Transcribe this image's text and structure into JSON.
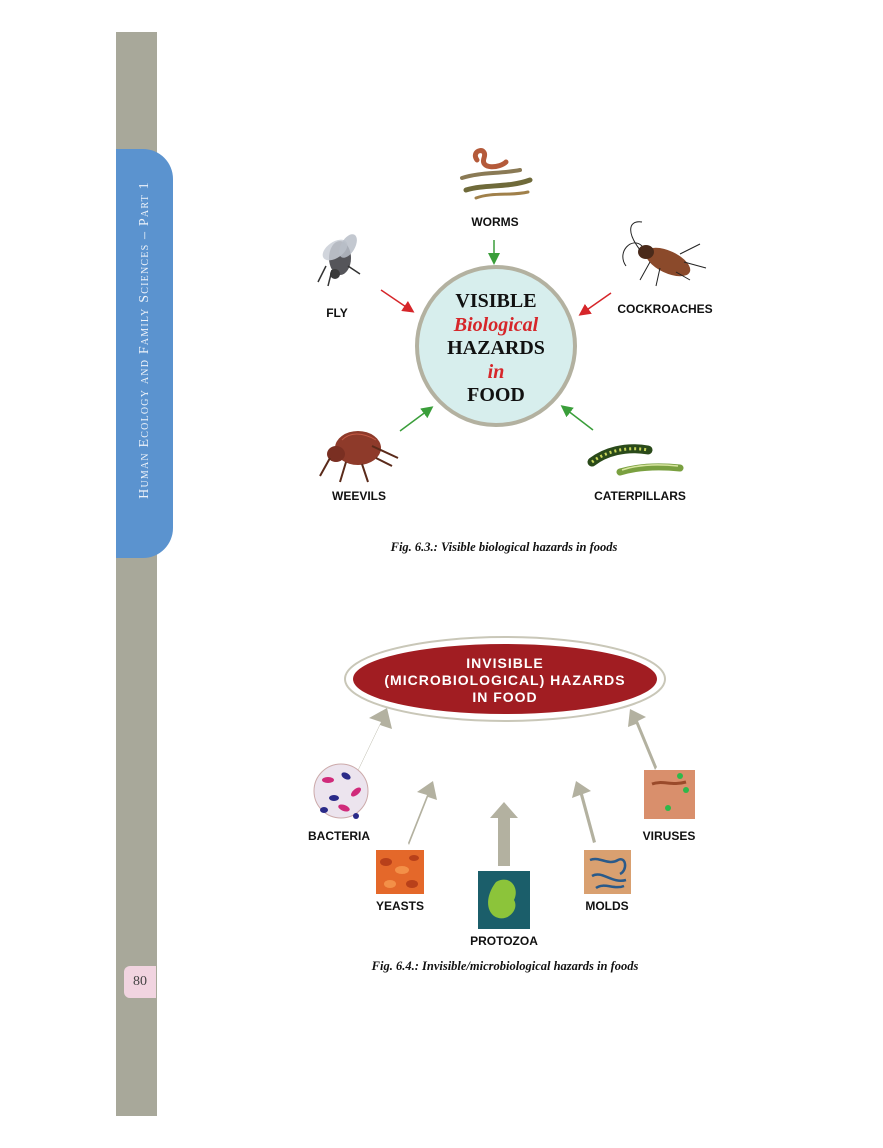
{
  "sidebar": {
    "running_title": "Human Ecology and Family Sciences – Part 1",
    "page_number": "80"
  },
  "figure_1": {
    "center": {
      "line1": "VISIBLE",
      "line2": "Biological",
      "line3": "HAZARDS",
      "line4": "in",
      "line5": "FOOD"
    },
    "labels": {
      "worms": "WORMS",
      "fly": "FLY",
      "cockroaches": "COCKROACHES",
      "weevils": "WEEVILS",
      "caterpillars": "CATERPILLARS"
    },
    "caption": "Fig. 6.3.: Visible biological hazards in foods"
  },
  "figure_2": {
    "oval": {
      "line1": "INVISIBLE",
      "line2": "(MICROBIOLOGICAL) HAZARDS",
      "line3": "IN FOOD"
    },
    "labels": {
      "bacteria": "BACTERIA",
      "yeasts": "YEASTS",
      "protozoa": "PROTOZOA",
      "molds": "MOLDS",
      "viruses": "VIRUSES"
    },
    "caption": "Fig. 6.4.: Invisible/microbiological hazards in foods"
  },
  "colors": {
    "sidebar": "#a8a89a",
    "tab": "#5b93cf",
    "circle_fill": "#d7eeed",
    "oval_fill": "#a11d22",
    "arrow_red": "#d6262a",
    "arrow_green": "#3a9e3a",
    "arrow_gray": "#b3b1a0"
  }
}
